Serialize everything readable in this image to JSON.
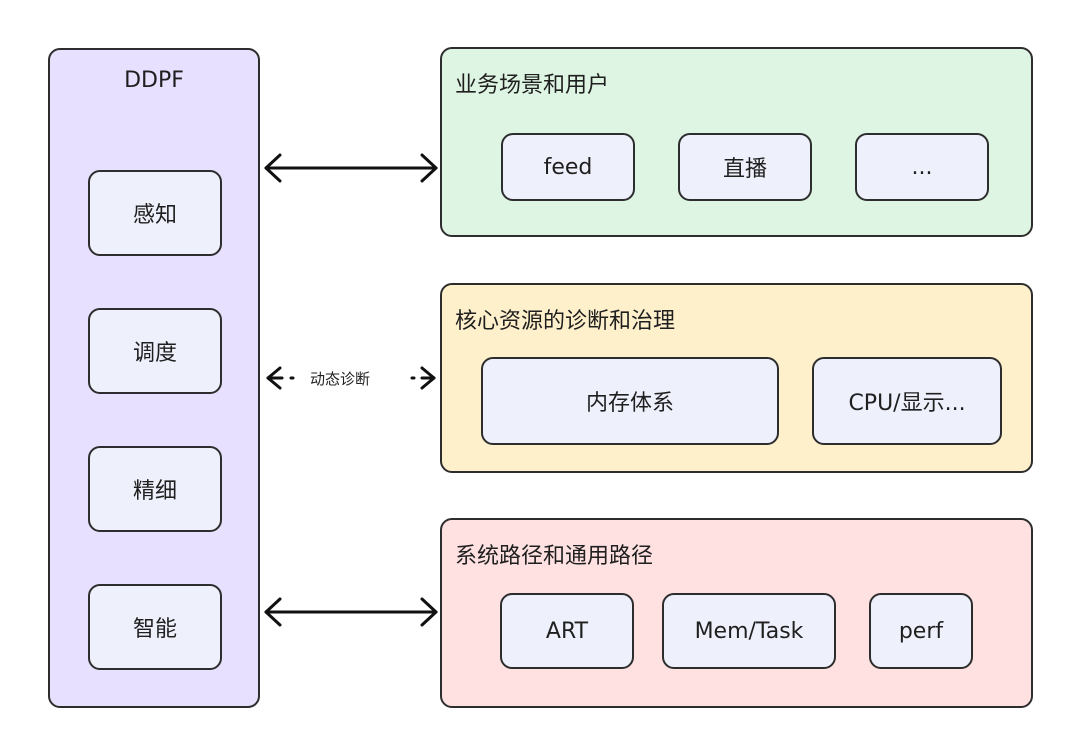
{
  "ddpf": {
    "title": "DDPF",
    "items": [
      "感知",
      "调度",
      "精细",
      "智能"
    ]
  },
  "groups": [
    {
      "title": "业务场景和用户",
      "items": [
        "feed",
        "直播",
        "..."
      ]
    },
    {
      "title": "核心资源的诊断和治理",
      "items": [
        "内存体系",
        "CPU/显示..."
      ]
    },
    {
      "title": "系统路径和通用路径",
      "items": [
        "ART",
        "Mem/Task",
        "perf"
      ]
    }
  ],
  "connector": {
    "label": "动态诊断"
  },
  "colors": {
    "ddpf_bg": "#e8e0ff",
    "business_bg": "#dff5e3",
    "resource_bg": "#fff0cc",
    "system_bg": "#ffe1e1",
    "box_bg": "#eef0fc",
    "border": "#2d2d2d"
  }
}
